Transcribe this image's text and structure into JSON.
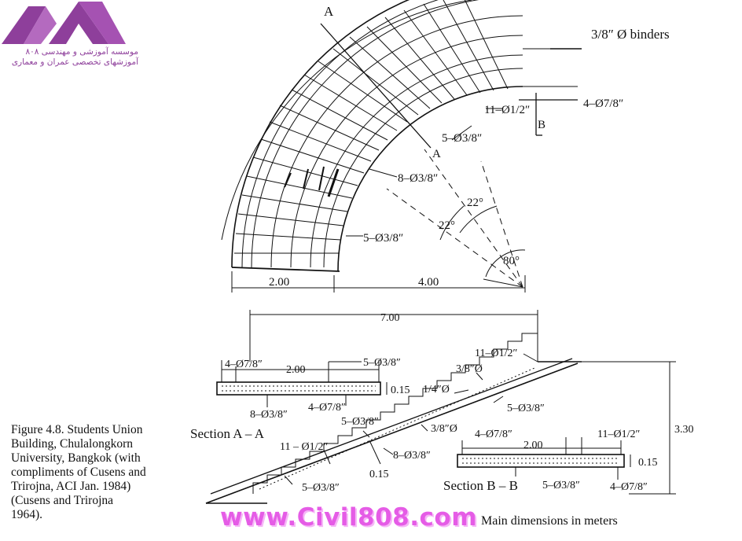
{
  "logo": {
    "line1": "موسسه آموزشی و مهندسی ۸۰۸",
    "line2": "آموزشهای تخصصی عمران و معماری",
    "color": "#8e3f9b"
  },
  "plan": {
    "sectionA1": "A",
    "sectionA2": "A",
    "sectionB": "B",
    "binders": "3/8″ Ø binders",
    "bars_11_half": "11–Ø1/2″",
    "bars_4_78": "4–Ø7/8″",
    "bars_5_38_top": "5–Ø3/8″",
    "bars_8_38": "8–Ø3/8″",
    "bars_5_38_bottom": "5–Ø3/8″",
    "angle1": "22°",
    "angle2": "22°",
    "angle3": "80°",
    "dim_left": "2.00",
    "dim_right": "4.00"
  },
  "elevation": {
    "dim_total": "7.00",
    "height": "3.30",
    "bars_11_half": "11–Ø1/2″",
    "bars_38_phi": "3/8″Ø",
    "bars_14_phi": "1/4″Ø",
    "bars_5_38_right": "5–Ø3/8″",
    "bars_5_38_mid": "5–Ø3/8″",
    "bars_38_phi_mid": "3/8″Ø",
    "bars_8_38": "8–Ø3/8″",
    "bars_11_half_left": "11 – Ø1/2″",
    "bars_5_38_bottom": "5–Ø3/8″",
    "thickness": "0.15"
  },
  "sectionAA": {
    "title": "Section A – A",
    "bars_top_left": "4–Ø7/8″",
    "width": "2.00",
    "bars_top_right": "5–Ø3/8″",
    "thickness": "0.15",
    "bars_bottom_left": "8–Ø3/8″",
    "bars_bottom_right": "4–Ø7/8″"
  },
  "sectionBB": {
    "title": "Section B – B",
    "bars_top_left": "4–Ø7/8″",
    "width": "2.00",
    "bars_top_right": "11–Ø1/2″",
    "thickness": "0.15",
    "bars_bottom_left": "5–Ø3/8″",
    "bars_bottom_right": "4–Ø7/8″"
  },
  "caption": {
    "line1": "Figure 4.8. Students Union",
    "line2": "Building, Chulalongkorn",
    "line3": "University, Bangkok (with",
    "line4": "compliments of Cusens and",
    "line5": "Trirojna, ACI Jan. 1984)",
    "line6": "(Cusens and Trirojna",
    "line7": "1964)."
  },
  "footer": {
    "note": "Main dimensions in meters",
    "watermark": "www.Civil808.com"
  }
}
